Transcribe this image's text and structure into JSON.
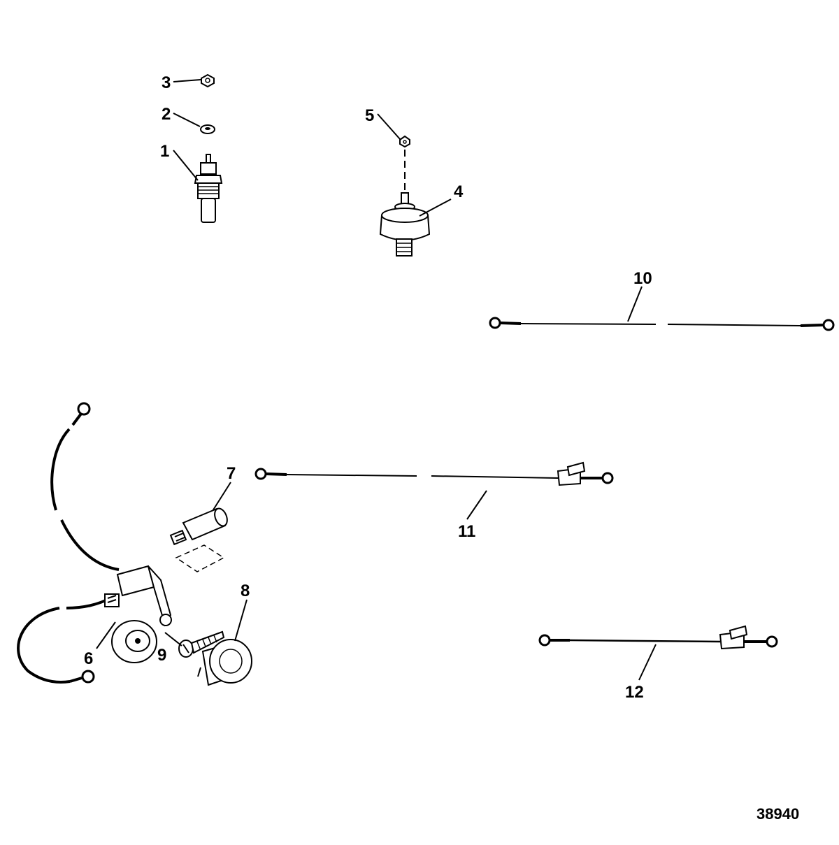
{
  "figure_number": "38940",
  "callouts": [
    "1",
    "2",
    "3",
    "4",
    "5",
    "6",
    "7",
    "8",
    "9",
    "10",
    "11",
    "12"
  ]
}
